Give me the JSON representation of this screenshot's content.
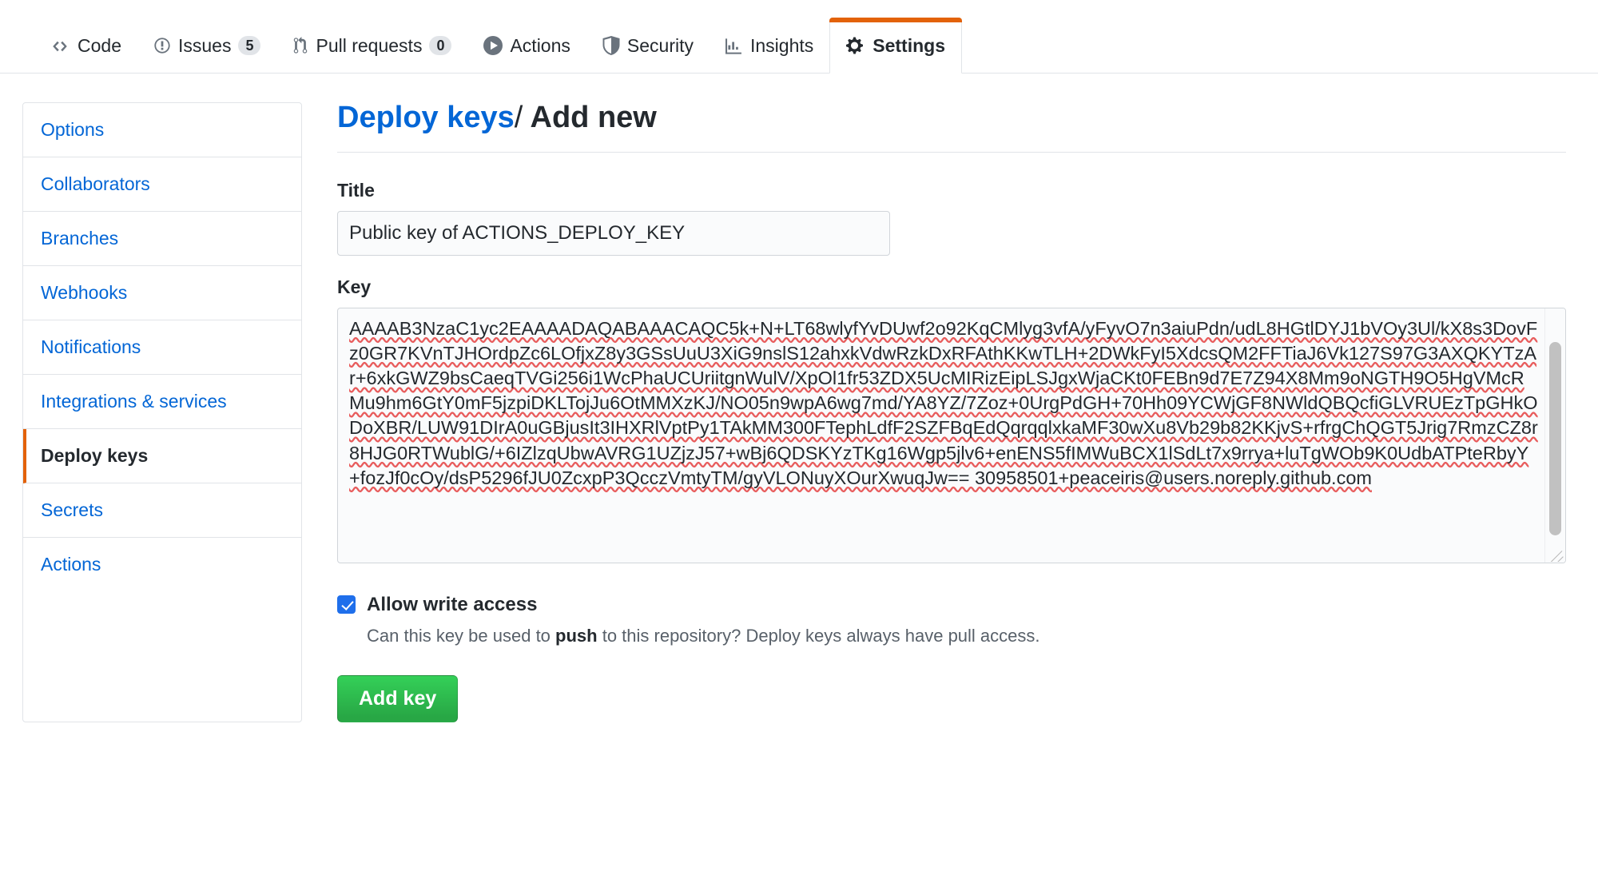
{
  "repo_nav": {
    "items": [
      {
        "label": "Code",
        "icon": "code-icon",
        "counter": null,
        "selected": false
      },
      {
        "label": "Issues",
        "icon": "issue-opened-icon",
        "counter": "5",
        "selected": false
      },
      {
        "label": "Pull requests",
        "icon": "git-pull-request-icon",
        "counter": "0",
        "selected": false
      },
      {
        "label": "Actions",
        "icon": "play-icon",
        "counter": null,
        "selected": false
      },
      {
        "label": "Security",
        "icon": "shield-icon",
        "counter": null,
        "selected": false
      },
      {
        "label": "Insights",
        "icon": "graph-icon",
        "counter": null,
        "selected": false
      },
      {
        "label": "Settings",
        "icon": "gear-icon",
        "counter": null,
        "selected": true
      }
    ]
  },
  "sidebar": {
    "items": [
      {
        "label": "Options",
        "selected": false
      },
      {
        "label": "Collaborators",
        "selected": false
      },
      {
        "label": "Branches",
        "selected": false
      },
      {
        "label": "Webhooks",
        "selected": false
      },
      {
        "label": "Notifications",
        "selected": false
      },
      {
        "label": "Integrations & services",
        "selected": false
      },
      {
        "label": "Deploy keys",
        "selected": true
      },
      {
        "label": "Secrets",
        "selected": false
      },
      {
        "label": "Actions",
        "selected": false
      }
    ]
  },
  "main": {
    "heading_link": "Deploy keys",
    "heading_separator": "/",
    "heading_current": "Add new",
    "title_field": {
      "label": "Title",
      "value": "Public key of ACTIONS_DEPLOY_KEY"
    },
    "key_field": {
      "label": "Key",
      "value": "AAAAB3NzaC1yc2EAAAADAQABAAACAQC5k+N+LT68wlyfYvDUwf2o92KqCMlyg3vfA/yFyvO7n3aiuPdn/udL8HGtlDYJ1bVOy3Ul/kX8s3DovFz0GR7KVnTJHOrdpZc6LOfjxZ8y3GSsUuU3XiG9nslS12ahxkVdwRzkDxRFAthKKwTLH+2DWkFyI5XdcsQM2FFTiaJ6Vk127S97G3AXQKYTzAr+6xkGWZ9bsCaeqTVGi256i1WcPhaUCUriitgnWulV/XpOl1fr53ZDX5UcMIRizEipLSJgxWjaCKt0FEBn9d7E7Z94X8Mm9oNGTH9O5HgVMcRMu9hm6GtY0mF5jzpiDKLTojJu6OtMMXzKJ/NO05n9wpA6wg7md/YA8YZ/7Zoz+0UrgPdGH+70Hh09YCWjGF8NWldQBQcfiGLVRUEzTpGHkODoXBR/LUW91DIrA0uGBjusIt3IHXRlVptPy1TAkMM300FTephLdfF2SZFBqEdQqrqqlxkaMF30wXu8Vb29b82KKjvS+rfrgChQGT5Jrig7RmzCZ8r8HJG0RTWublG/+6IZlzqUbwAVRG1UZjzJ57+wBj6QDSKYzTKg16Wgp5jlv6+enENS5fIMWuBCX1lSdLt7x9rrya+luTgWOb9K0UdbATPteRbyY+fozJf0cOy/dsP5296fJU0ZcxpP3QcczVmtyTM/gyVLONuyXOurXwuqJw== 30958501+peaceiris@users.noreply.github.com"
    },
    "allow_write": {
      "checked": true,
      "label": "Allow write access",
      "help_prefix": "Can this key be used to ",
      "help_bold": "push",
      "help_suffix": " to this repository? Deploy keys always have pull access."
    },
    "submit_label": "Add key"
  },
  "colors": {
    "accent_orange": "#e36209",
    "link_blue": "#0366d6",
    "button_green": "#28a745",
    "checkbox_blue": "#1f6feb",
    "spell_error_red": "#e85c5c"
  }
}
